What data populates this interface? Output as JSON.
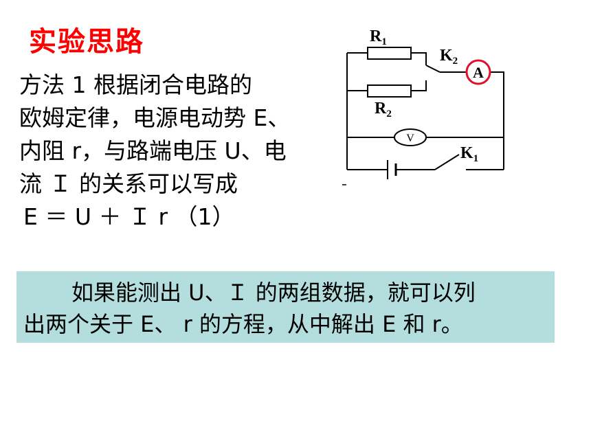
{
  "title": "实验思路",
  "paragraph": {
    "line1": "方法 1    根据闭合电路的",
    "line2": "欧姆定律，电源电动势 E、",
    "line3": "内阻 r，与路端电压 U、电",
    "line4": "流 Ｉ 的关系可以写成",
    "formula": "E ＝ U ＋ Ｉ r （1）"
  },
  "highlight": {
    "line1": "如果能测出 U、Ｉ 的两组数据，就可以列",
    "line2": "出两个关于 E、 r 的方程，从中解出 E 和 r。"
  },
  "circuit": {
    "r1_label": "R",
    "r1_sub": "1",
    "r2_label": "R",
    "r2_sub": "2",
    "k2_label": "K",
    "k2_sub": "2",
    "k1_label": "K",
    "k1_sub": "1",
    "ammeter_label": "A",
    "voltmeter_label": "V",
    "accent_color": "#e0102a"
  }
}
